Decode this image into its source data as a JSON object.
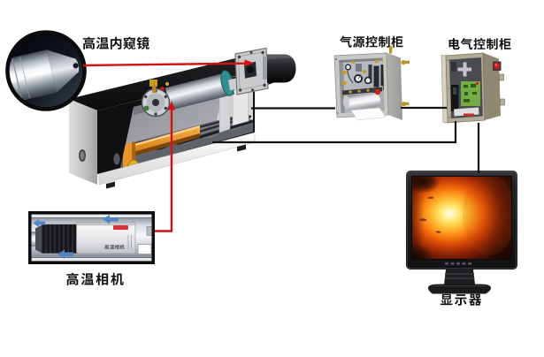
{
  "figure": {
    "type": "system-diagram",
    "background": "#ffffff",
    "labels": {
      "endoscope": "高温内窥镜",
      "gas_cabinet": "气源控制柜",
      "electrical_cabinet": "电气控制柜",
      "camera": "高温相机",
      "camera_body_marking": "高温相机",
      "monitor": "显示器"
    },
    "connections": {
      "cable_color": "#121212",
      "pointer_color": "#d01414",
      "cables": [
        {
          "from": "main-machine",
          "to": "gas-control-cabinet"
        },
        {
          "from": "gas-control-cabinet",
          "to": "electrical-control-cabinet"
        },
        {
          "from": "main-machine",
          "to": "electrical-control-cabinet"
        },
        {
          "from": "electrical-control-cabinet",
          "to": "monitor"
        }
      ],
      "pointers": [
        {
          "from": "endoscope-inset",
          "to": "main-machine-flange"
        },
        {
          "from": "camera-inset",
          "to": "main-machine-interior"
        }
      ]
    },
    "colors": {
      "machine_black": "#121214",
      "accent_red": "#d01414",
      "airflow_blue": "#4f86c6",
      "teal_ring": "#2f8e8e",
      "orange_rail": "#e8962c",
      "cabinet_gray": "#c7c9c4",
      "cabinet_tan": "#b2ab97",
      "screen_fire": [
        "#fff3b0",
        "#ff9e22",
        "#b32d06"
      ]
    }
  }
}
